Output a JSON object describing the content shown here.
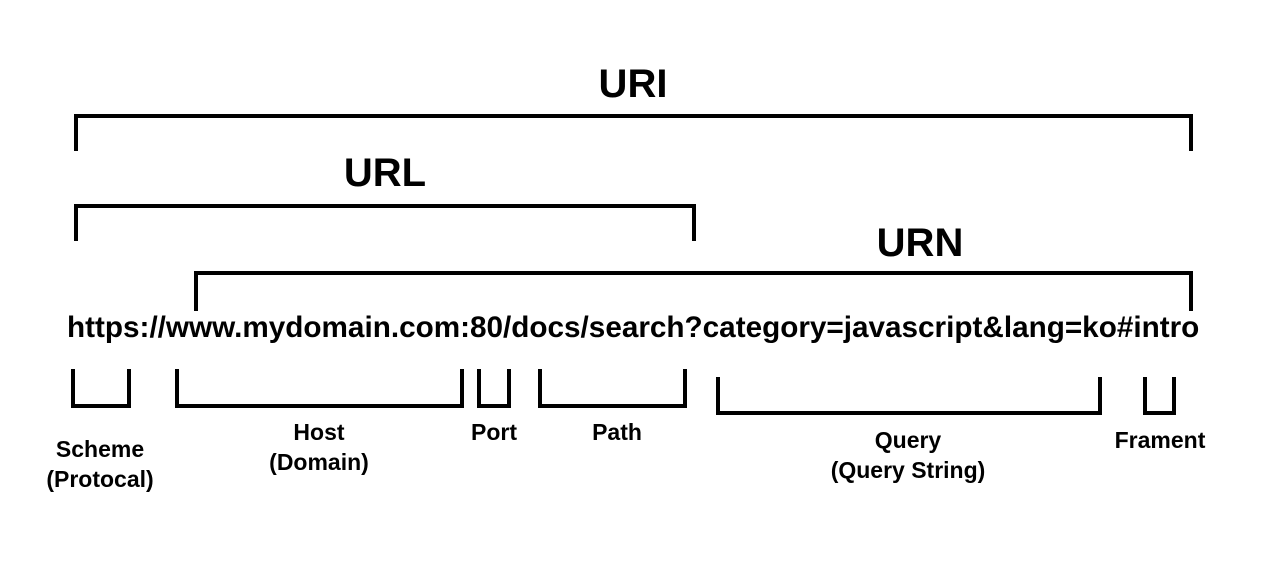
{
  "diagram": {
    "uri_label": "URI",
    "url_label": "URL",
    "urn_label": "URN",
    "full_uri": "https://www.mydomain.com:80/docs/search?category=javascript&lang=ko#intro",
    "parts": {
      "scheme": [
        "Scheme",
        "(Protocal)"
      ],
      "host": [
        "Host",
        "(Domain)"
      ],
      "port": [
        "Port"
      ],
      "path": [
        "Path"
      ],
      "query": [
        "Query",
        "(Query String)"
      ],
      "fragment": [
        "Frament"
      ]
    }
  }
}
